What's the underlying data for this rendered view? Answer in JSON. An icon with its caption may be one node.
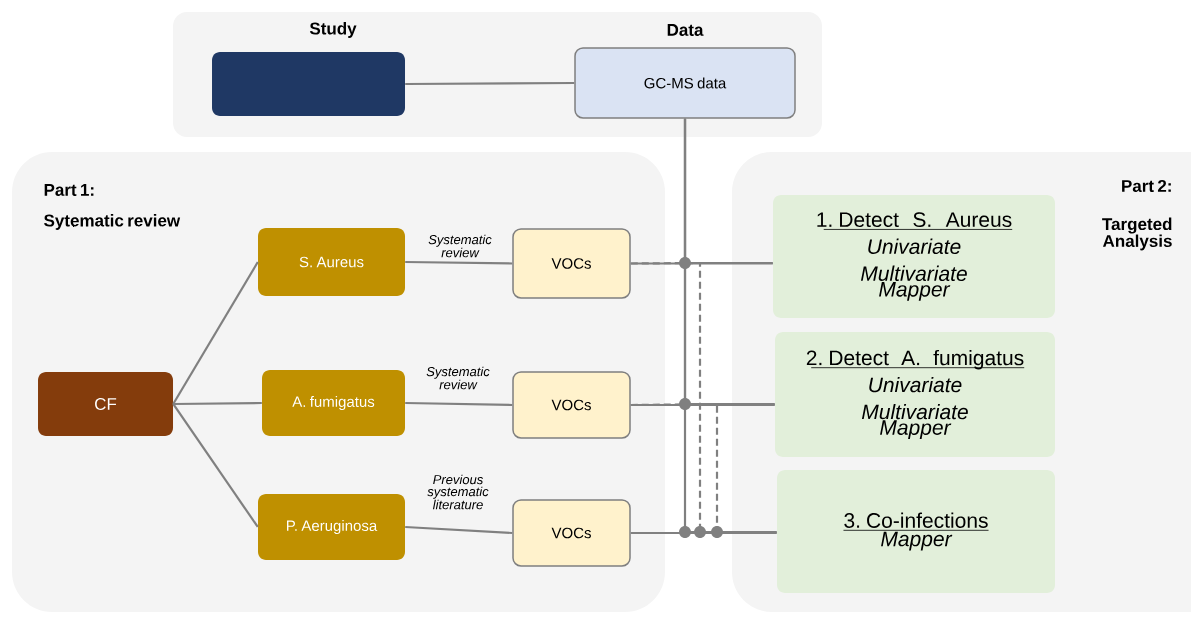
{
  "diagram": {
    "nodes": [
      {
        "text": [
          "Study",
          "Data"
        ]
      },
      {
        "text": [],
        "shape": "box",
        "in": 0
      },
      {
        "text": [
          "GC-MS data"
        ],
        "in": 0
      },
      {
        "text": [
          "Part 1:",
          "Sytematic review"
        ]
      },
      {
        "text": [
          "CF"
        ],
        "in": 3
      },
      {
        "text": [
          "S. Aureus"
        ],
        "in": 3
      },
      {
        "text": [
          "A. fumigatus"
        ],
        "in": 3
      },
      {
        "text": [
          "P. Aeruginosa"
        ],
        "in": 3
      },
      {
        "text": [
          "VOCs"
        ],
        "in": 3
      },
      {
        "text": [
          "VOCs"
        ],
        "in": 3
      },
      {
        "text": [
          "VOCs"
        ],
        "in": 3
      },
      {
        "text": [
          "Part 2:",
          "Targeted Analysis"
        ]
      },
      {
        "text": [
          "1. Detect S. Aureus",
          "Univariate",
          "Multivariate",
          "Mapper"
        ],
        "in": 11
      },
      {
        "text": [
          "2. Detect A. fumigatus",
          "Univariate",
          "Multivariate",
          "Mapper"
        ],
        "in": 11
      },
      {
        "text": [
          "3. Co-infections",
          "Mapper"
        ],
        "in": 11
      }
    ],
    "edges": [
      {
        "from": 1,
        "to": 2,
        "arrow": "none"
      },
      {
        "from": 4,
        "to": 5,
        "arrow": "none"
      },
      {
        "from": 4,
        "to": 6,
        "arrow": "none"
      },
      {
        "from": 4,
        "to": 7,
        "arrow": "none"
      },
      {
        "from": 5,
        "to": 8,
        "arrow": "none",
        "label": "Systematic review"
      },
      {
        "from": 6,
        "to": 9,
        "arrow": "none",
        "label": "Systematic review"
      },
      {
        "from": 7,
        "to": 10,
        "arrow": "none",
        "label": "Previous systematic literature"
      },
      {
        "from": 8,
        "to": 12,
        "arrow": "none"
      },
      {
        "from": 9,
        "to": 13,
        "arrow": "none"
      },
      {
        "from": 10,
        "to": 14,
        "arrow": "none"
      },
      {
        "from": 2,
        "to": 12,
        "arrow": "none"
      },
      {
        "from": 2,
        "to": 13,
        "arrow": "none"
      },
      {
        "from": 2,
        "to": 14,
        "arrow": "none"
      },
      {
        "from": 8,
        "to": 14,
        "arrow": "none",
        "style": "dashed"
      },
      {
        "from": 9,
        "to": 14,
        "arrow": "none",
        "style": "dashed"
      }
    ]
  }
}
